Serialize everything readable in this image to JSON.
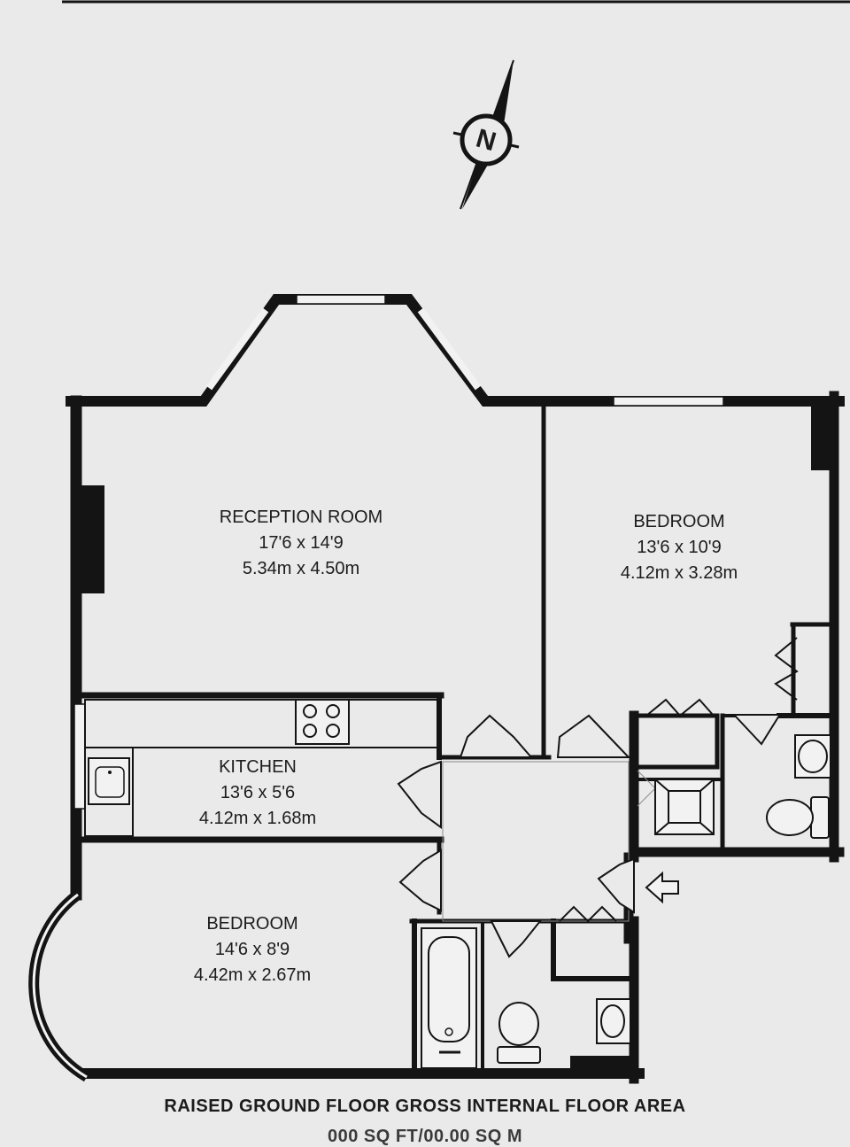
{
  "compass": {
    "label": "N",
    "icon": "north-arrow-icon"
  },
  "rooms": {
    "reception": {
      "name": "RECEPTION ROOM",
      "imperial": "17'6 x 14'9",
      "metric": "5.34m x 4.50m"
    },
    "bedroom_right": {
      "name": "BEDROOM",
      "imperial": "13'6 x 10'9",
      "metric": "4.12m x 3.28m"
    },
    "kitchen": {
      "name": "KITCHEN",
      "imperial": "13'6 x 5'6",
      "metric": "4.12m x 1.68m"
    },
    "bedroom_left": {
      "name": "BEDROOM",
      "imperial": "14'6 x 8'9",
      "metric": "4.42m x 2.67m"
    }
  },
  "entrance": {
    "icon": "entrance-arrow-icon"
  },
  "footer": {
    "title": "RAISED GROUND FLOOR GROSS INTERNAL FLOOR AREA",
    "area_partial": "000 SQ FT/00.00 SQ M"
  },
  "colors": {
    "background": "#e9eae9",
    "wall": "#141414",
    "window": "#f2f2f2"
  }
}
